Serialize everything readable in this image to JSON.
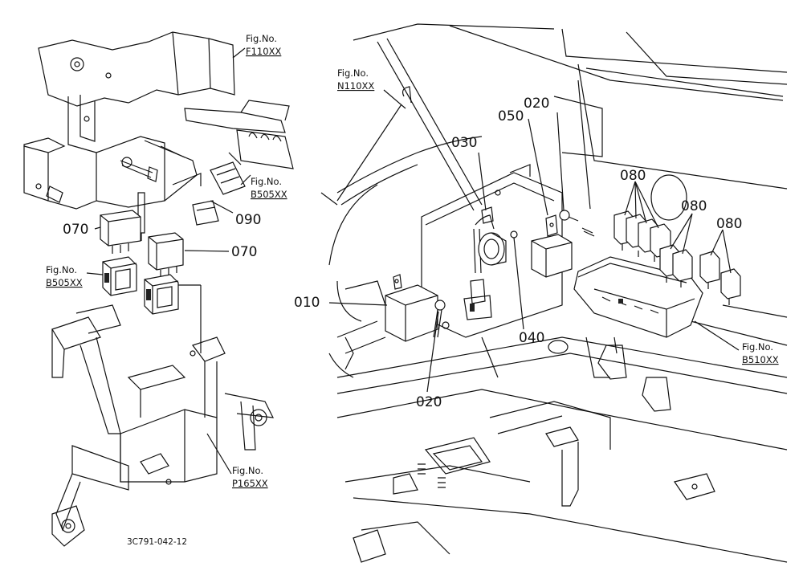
{
  "parts": {
    "p010": "010",
    "p020a": "020",
    "p020b": "020",
    "p030": "030",
    "p040": "040",
    "p050": "050",
    "p070a": "070",
    "p070b": "070",
    "p080a": "080",
    "p080b": "080",
    "p080c": "080",
    "p090": "090"
  },
  "references": {
    "fig_prefix": "Fig.No.",
    "f110": "F110XX",
    "b505a": "B505XX",
    "b505b": "B505XX",
    "p165": "P165XX",
    "n110": "N110XX",
    "b510": "B510XX"
  },
  "drawing_code": "3C791-042-12"
}
